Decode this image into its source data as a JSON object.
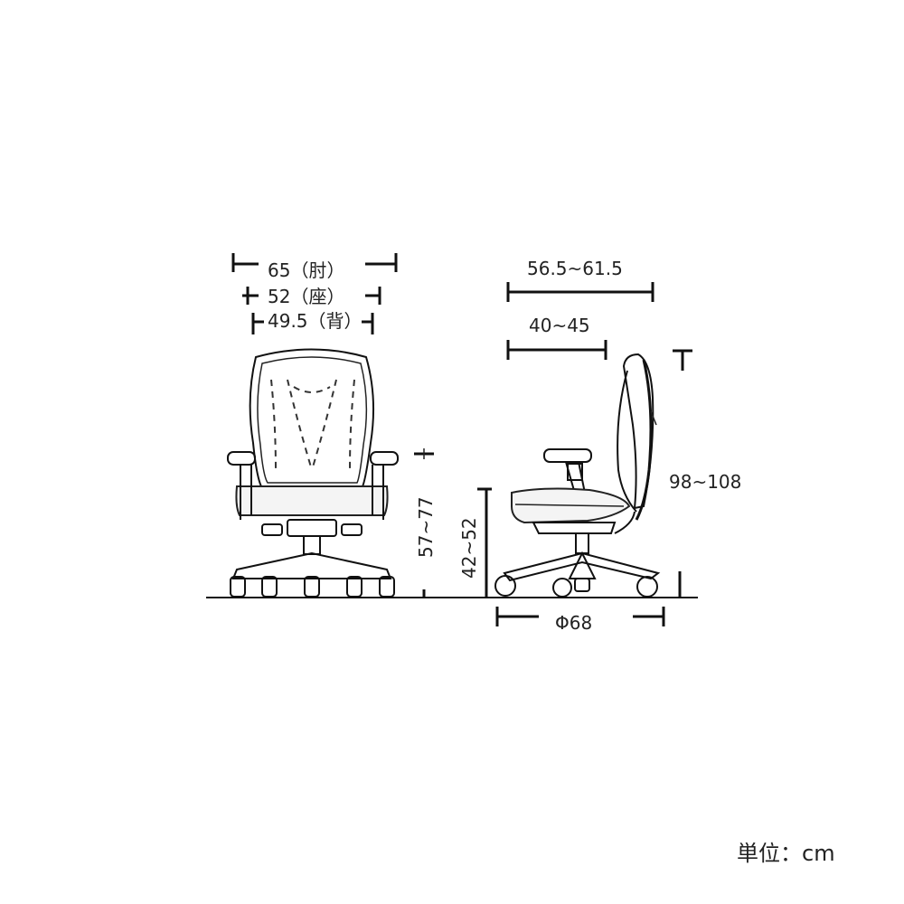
{
  "front_view": {
    "width_arm": "65（肘）",
    "width_seat": "52（座）",
    "width_back": "49.5（背）",
    "arm_height": "57~77",
    "seat_height": "42~52"
  },
  "side_view": {
    "depth_overall": "56.5~61.5",
    "seat_depth": "40~45",
    "total_height": "98~108",
    "base_diameter": "Φ68"
  },
  "unit_label": "単位：cm"
}
